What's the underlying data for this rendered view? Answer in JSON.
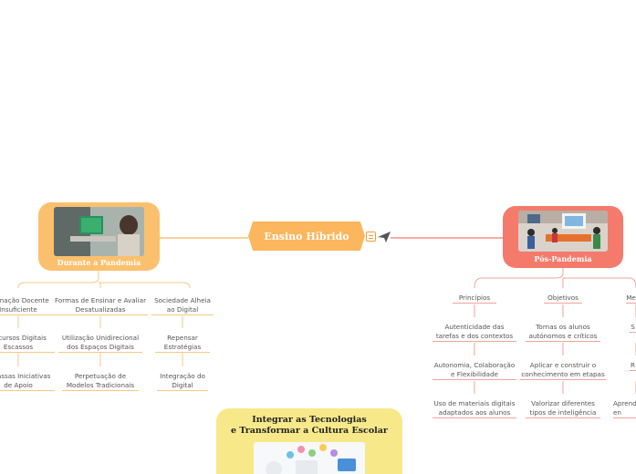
{
  "center_topic": "Ensino Híbrido",
  "left_branch": {
    "title": "Durante a Pandemia",
    "columns": [
      {
        "heading": "Formação Docente Insuficiente",
        "children": [
          "Recursos Digitais Escassos",
          "Escassas Iniciativas de Apoio"
        ]
      },
      {
        "heading": "Formas de Ensinar e Avaliar Desatualizadas",
        "children": [
          "Utilização Unidirecional dos Espaços Digitais",
          "Perpetuação de Modelos Tradicionais"
        ]
      },
      {
        "heading": "Sociedade Alheia ao Digital",
        "children": [
          "Repensar Estratégias",
          "Integração do Digital"
        ]
      }
    ]
  },
  "right_branch": {
    "title": "Pós-Pandemia",
    "columns": [
      {
        "heading": "Princípios",
        "children": [
          "Autenticidade das tarefas e dos contextos",
          "Autonomia, Colaboração e Flexibilidade",
          "Uso de materiais digitais adaptados aos alunos"
        ]
      },
      {
        "heading": "Objetivos",
        "children": [
          "Tornas os alunos autónomos e críticos",
          "Aplicar e construir o conhecimento em etapas",
          "Valorizar diferentes tipos de inteligência"
        ]
      },
      {
        "heading": "Me",
        "children": [
          "S",
          "R",
          "Aprend en"
        ]
      }
    ]
  },
  "floating_topic": {
    "line1": "Integrar as Tecnologias",
    "line2": "e Transformar a Cultura Escolar"
  },
  "colors": {
    "orange": "#fbb65e",
    "salmon": "#f47a6c",
    "yellow": "#f7e98a"
  },
  "icons": [
    "collapse-toggle-icon",
    "paper-plane-icon"
  ]
}
